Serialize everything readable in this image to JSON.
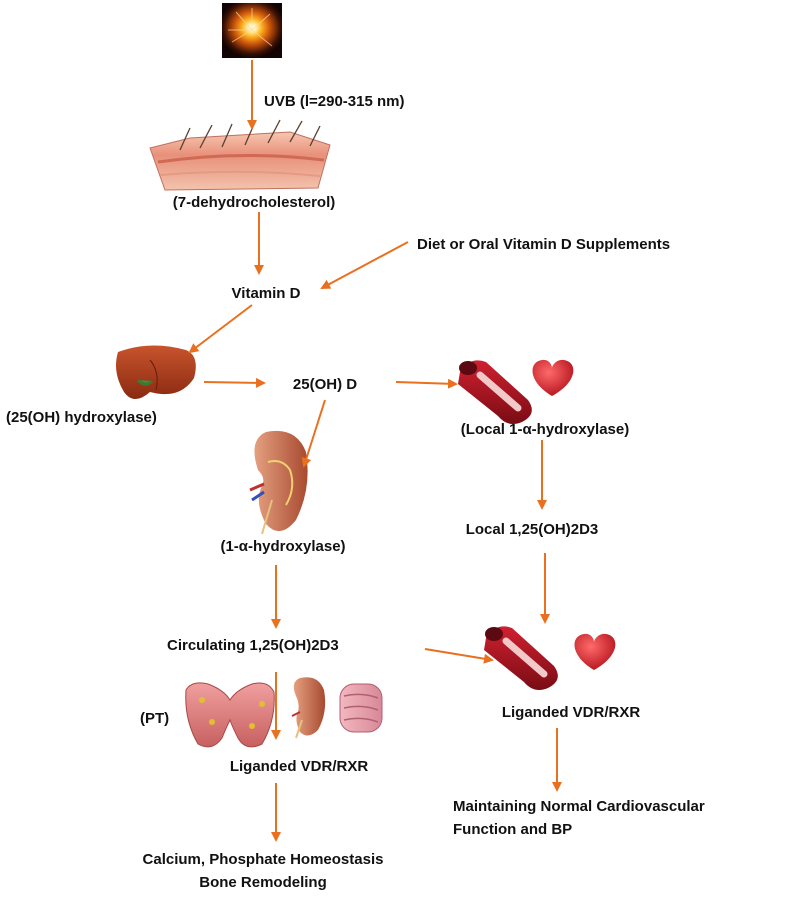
{
  "nodes": {
    "uvb": "UVB (l=290-315 nm)",
    "dehydro": "(7-dehydrocholesterol)",
    "diet": "Diet or Oral Vitamin D Supplements",
    "vitd": "Vitamin D",
    "hydroxylase25": "(25(OH) hydroxylase)",
    "oh25d": "25(OH) D",
    "local_hydroxylase": "(Local 1-α-hydroxylase)",
    "alpha_hydroxylase": "(1-α-hydroxylase)",
    "local_d3": "Local  1,25(OH)2D3",
    "circulating": "Circulating  1,25(OH)2D3",
    "pt": "(PT)",
    "vdr_left": "Liganded VDR/RXR",
    "vdr_right": "Liganded VDR/RXR",
    "outcome_left_1": "Calcium, Phosphate Homeostasis",
    "outcome_left_2": "Bone Remodeling",
    "outcome_right_1": "Maintaining Normal Cardiovascular",
    "outcome_right_2": "Function and BP"
  },
  "colors": {
    "arrow": "#E8701E"
  },
  "icons": [
    "sun-icon",
    "skin-icon",
    "liver-icon",
    "kidney-icon",
    "blood-vessel-icon",
    "heart-icon",
    "thyroid-icon",
    "intestine-icon"
  ]
}
